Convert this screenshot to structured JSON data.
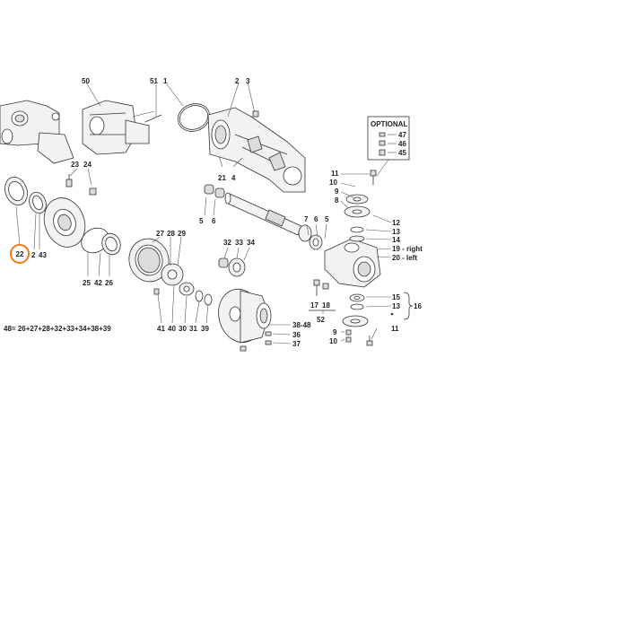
{
  "diagram": {
    "optional_box": {
      "title": "OPTIONAL",
      "items": [
        "47",
        "46",
        "45"
      ]
    },
    "highlighted_part": "22",
    "kit_formula": "48= 26+27+28+32+33+34+38+39",
    "labels": [
      "50",
      "51",
      "1",
      "2",
      "3",
      "23",
      "24",
      "21",
      "4",
      "5",
      "6",
      "7",
      "6",
      "5",
      "11",
      "10",
      "9",
      "8",
      "12",
      "13",
      "14",
      "19 - right",
      "20 - left",
      "2",
      "43",
      "25",
      "42",
      "26",
      "27",
      "28",
      "29",
      "32",
      "33",
      "34",
      "17",
      "18",
      "52",
      "15",
      "13",
      "16",
      "41",
      "40",
      "30",
      "31",
      "39",
      "38-48",
      "36",
      "37",
      "9",
      "10",
      "11"
    ]
  }
}
